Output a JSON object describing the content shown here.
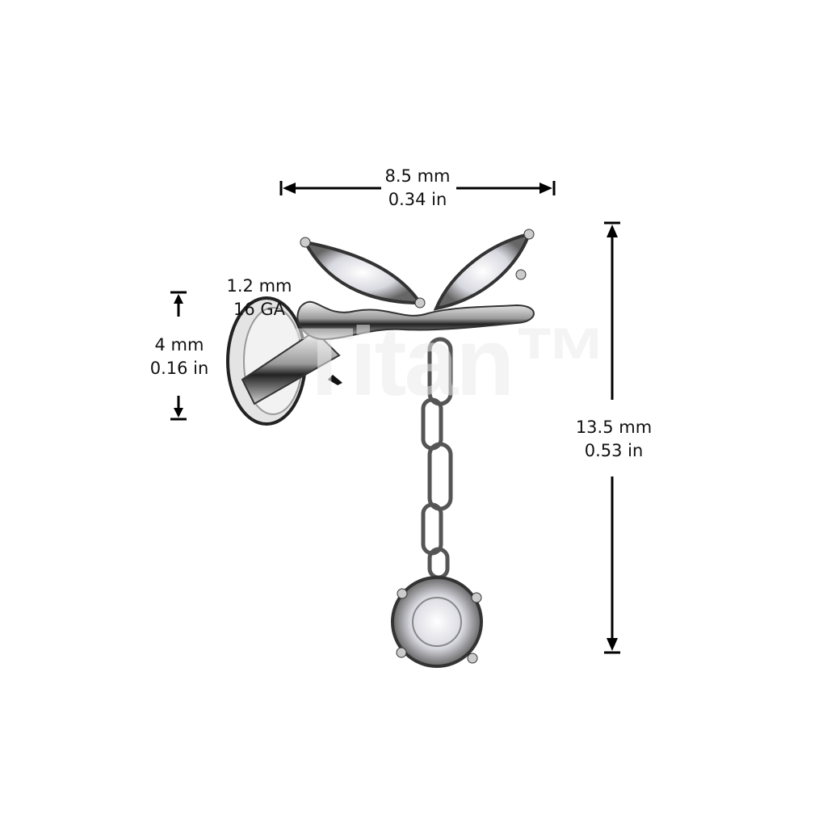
{
  "width_dimension": {
    "mm": "8.5 mm",
    "in": "0.34 in"
  },
  "height_dimension": {
    "mm": "13.5 mm",
    "in": "0.53 in"
  },
  "disc_dimension": {
    "mm": "4 mm",
    "in": "0.16 in"
  },
  "gauge_dimension": {
    "mm": "1.2 mm",
    "ga": "16 GA"
  },
  "watermark": "Titan™"
}
